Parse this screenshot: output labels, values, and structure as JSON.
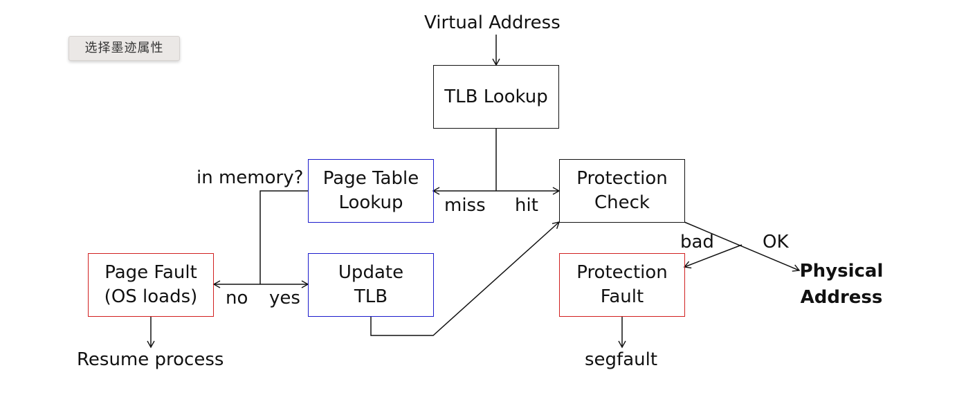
{
  "toolbar": {
    "ink_button": "选择墨迹属性"
  },
  "diagram": {
    "input": "Virtual Address",
    "boxes": {
      "tlb_lookup": {
        "line1": "TLB Lookup"
      },
      "page_table_lookup": {
        "line1": "Page Table",
        "line2": "Lookup"
      },
      "protection_check": {
        "line1": "Protection",
        "line2": "Check"
      },
      "page_fault": {
        "line1": "Page Fault",
        "line2": "(OS loads)"
      },
      "update_tlb": {
        "line1": "Update",
        "line2": "TLB"
      },
      "protection_fault": {
        "line1": "Protection",
        "line2": "Fault"
      }
    },
    "edge_labels": {
      "miss": "miss",
      "hit": "hit",
      "in_memory": "in memory?",
      "no": "no",
      "yes": "yes",
      "bad": "bad",
      "ok": "OK"
    },
    "outputs": {
      "physical_line1": "Physical",
      "physical_line2": "Address",
      "resume": "Resume process",
      "segfault": "segfault"
    },
    "colors": {
      "hit_path": "#111111",
      "miss_path": "#1a1acc",
      "fault": "#d11f1f"
    }
  }
}
